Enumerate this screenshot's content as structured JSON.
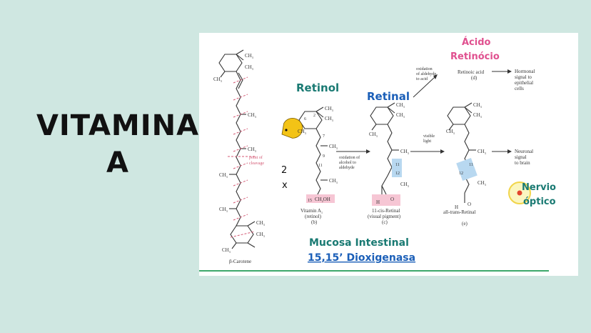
{
  "title": {
    "line1": "VITAMINA",
    "line2": "A"
  },
  "diagram": {
    "compound_labels": {
      "beta_carotene": "β-Carotene",
      "vitamin_a1": "Vitamin A",
      "vitamin_a1_sub": "1",
      "retinol_paren": "(retinol)",
      "b": "(b)",
      "cis_retinal": "11-cis-Retinal",
      "visual_pigment": "(visual pigment)",
      "c": "(c)",
      "trans_retinal": "all-trans-Retinal",
      "e": "(e)",
      "retinoic_acid": "Retinoic acid",
      "d": "(d)"
    },
    "headings": {
      "retinol": "Retinol",
      "retinal": "Retinal",
      "acido": "Ácido",
      "retinocio": "Retinócio",
      "mucosa": "Mucosa Intestinal",
      "dioxigenasa": "15,15’ Dioxigenasa",
      "nervio": "Nervio",
      "optico": "óptico"
    },
    "annotations": {
      "point_of_cleavage_1": "point of",
      "point_of_cleavage_2": "cleavage",
      "two": "2",
      "x": "x",
      "ox_alcohol_1": "oxidation of",
      "ox_alcohol_2": "alcohol to",
      "ox_alcohol_3": "aldehyde",
      "ox_aldehyde_1": "oxidation",
      "ox_aldehyde_2": "of aldehyde",
      "ox_aldehyde_3": "to acid",
      "visible_1": "visible",
      "visible_2": "light",
      "hormonal_1": "Hormonal",
      "hormonal_2": "signal to",
      "hormonal_3": "epithelial",
      "hormonal_4": "cells",
      "neuronal_1": "Neuronal",
      "neuronal_2": "signal",
      "neuronal_3": "to brain"
    },
    "chem": {
      "ch3": "CH",
      "ch3_sub": "3",
      "ch2oh": "CH",
      "ch2oh_sub": "2",
      "ch2oh_end": "OH",
      "h": "H",
      "o": "O",
      "n15": "15",
      "n11": "11",
      "n12": "12",
      "n6": "6",
      "n7": "7",
      "n2": "2",
      "n9": "9"
    },
    "colors": {
      "teal": "#1a7a73",
      "blue": "#1b5fb8",
      "pink": "#e0508f",
      "highlight_pink": "#f6c6d4",
      "highlight_blue": "#b8d8f0",
      "pacman": "#f3c316"
    }
  }
}
